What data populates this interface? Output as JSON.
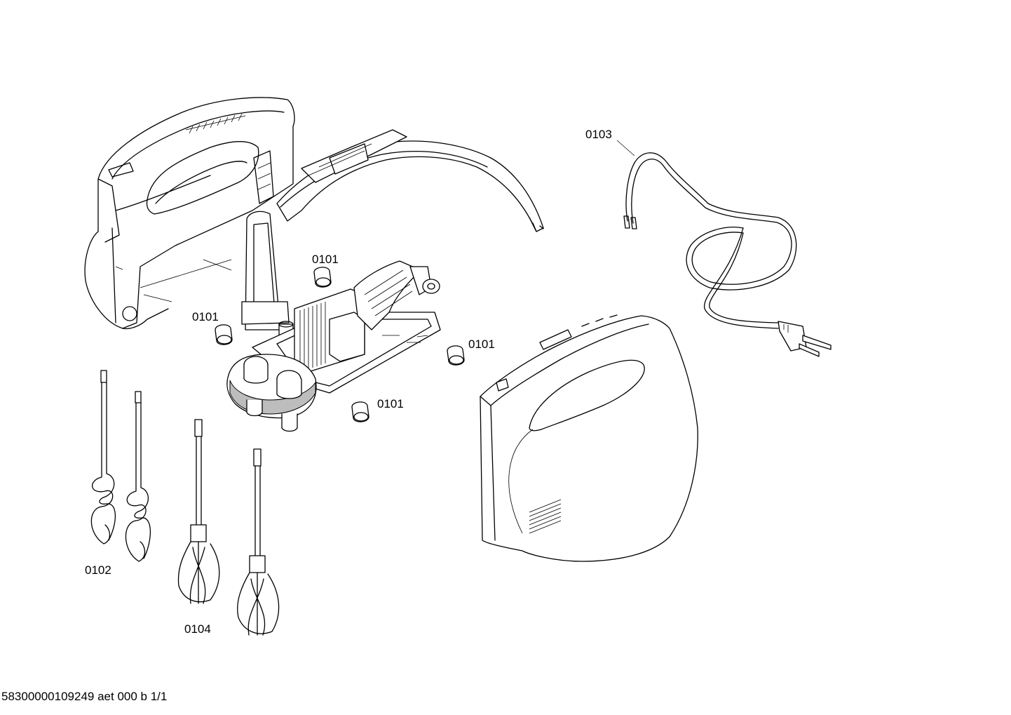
{
  "part_labels": {
    "bushing_top": "0101",
    "bushing_left": "0101",
    "bushing_right": "0101",
    "bushing_bottom": "0101",
    "dough_hooks": "0102",
    "power_cord": "0103",
    "beaters": "0104"
  },
  "footer": {
    "drawing_reference": "58300000109249 aet 000 b 1/1"
  }
}
